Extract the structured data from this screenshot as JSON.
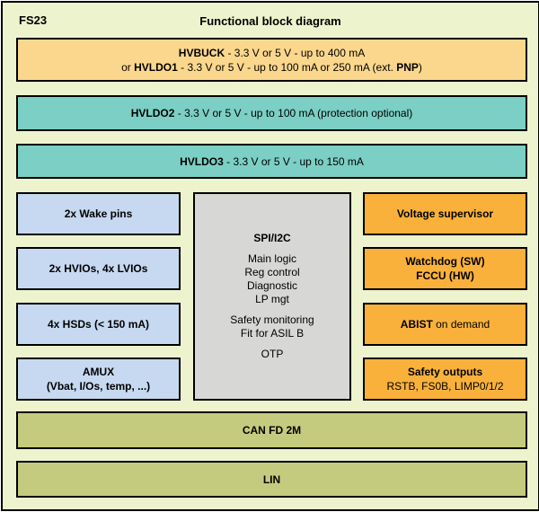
{
  "header": {
    "chip_name": "FS23",
    "title": "Functional block diagram"
  },
  "colors": {
    "background": "#edf4cd",
    "regulator_primary": "#fbd78d",
    "regulator_ldo": "#7bcfc4",
    "io_blocks": "#c6d9f0",
    "core_block": "#d7d7d5",
    "safety_blocks": "#f9b13b",
    "comm_blocks": "#c5cb7e"
  },
  "top_blocks": {
    "hvbuck_hvldo1": {
      "line1": {
        "bold": "HVBUCK",
        "rest": " - 3.3 V or 5 V - up to 400 mA"
      },
      "line2": {
        "prefix": "or ",
        "bold": "HVLDO1",
        "mid": " - 3.3 V or 5 V - up to 100 mA or 250 mA (ext. ",
        "bold2": "PNP",
        "suffix": ")"
      }
    },
    "hvldo2": {
      "bold": "HVLDO2",
      "rest": " - 3.3 V or 5 V - up to 100 mA (protection optional)"
    },
    "hvldo3": {
      "bold": "HVLDO3",
      "rest": " - 3.3 V or 5 V - up to 150 mA"
    }
  },
  "left_column": {
    "wake_pins": {
      "label": "2x Wake pins"
    },
    "ios": {
      "label": "2x HVIOs, 4x LVIOs"
    },
    "hsds": {
      "label": "4x HSDs (< 150 mA)"
    },
    "amux": {
      "line1": "AMUX",
      "line2": "(Vbat, I/Os, temp, ...)"
    }
  },
  "core_block": {
    "title": "SPI/I2C",
    "group1": [
      "Main logic",
      "Reg control",
      "Diagnostic",
      "LP mgt"
    ],
    "group2": [
      "Safety monitoring",
      "Fit for ASIL B"
    ],
    "group3": [
      "OTP"
    ]
  },
  "right_column": {
    "voltage_supervisor": {
      "label": "Voltage supervisor"
    },
    "watchdog_fccu": {
      "line1": "Watchdog (SW)",
      "line2": "FCCU (HW)"
    },
    "abist": {
      "bold": "ABIST",
      "rest": " on demand"
    },
    "safety_outputs": {
      "line1": "Safety outputs",
      "line2": "RSTB, FS0B, LIMP0/1/2"
    }
  },
  "bottom_blocks": {
    "can": {
      "label": "CAN FD 2M"
    },
    "lin": {
      "label": "LIN"
    }
  }
}
